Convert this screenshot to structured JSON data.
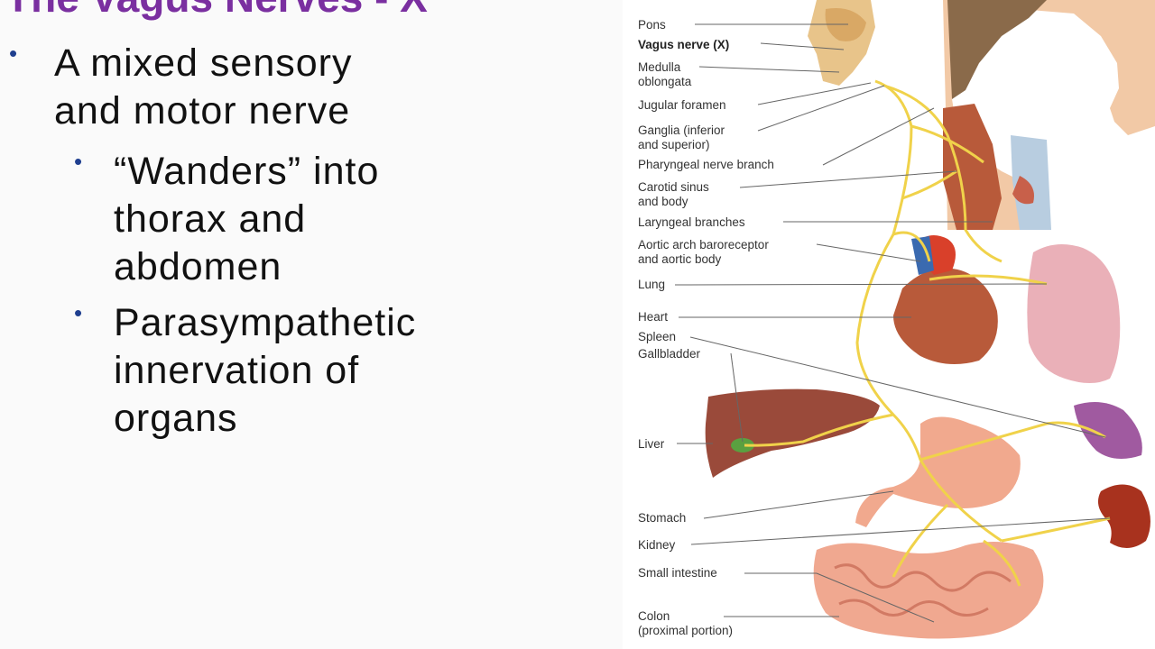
{
  "slide": {
    "title": "The Vagus Nerves - X",
    "bullets": [
      {
        "level": 1,
        "text_line1": "A mixed sensory",
        "text_line2": "and motor nerve"
      },
      {
        "level": 2,
        "text_line1": "“Wanders” into",
        "text_line2": "thorax and",
        "text_line3": "abdomen"
      },
      {
        "level": 2,
        "text_line1": "Parasympathetic",
        "text_line2": "innervation of",
        "text_line3": "organs"
      }
    ]
  },
  "figure": {
    "labels": {
      "pons": "Pons",
      "vagus": "Vagus nerve (X)",
      "medulla": "Medulla\noblongata",
      "jugular": "Jugular foramen",
      "ganglia": "Ganglia (inferior\nand superior)",
      "pharyngeal": "Pharyngeal nerve branch",
      "carotid": "Carotid sinus\nand body",
      "laryngeal": "Laryngeal branches",
      "aortic": "Aortic arch baroreceptor\nand aortic body",
      "lung": "Lung",
      "heart": "Heart",
      "spleen": "Spleen",
      "gallbladder": "Gallbladder",
      "liver": "Liver",
      "stomach": "Stomach",
      "kidney": "Kidney",
      "small_intestine": "Small intestine",
      "colon": "Colon\n(proximal portion)"
    },
    "colors": {
      "nerve": "#f0d24a",
      "skin": "#f2c9a6",
      "heart": "#b85a3a",
      "lung": "#eab0b8",
      "liver": "#9a4a3a",
      "stomach": "#f1a98e",
      "spleen": "#a05aa0",
      "kidney": "#a8321e",
      "intestine": "#f0a890",
      "title": "#7a2fa0",
      "bullet": "#1f3f8f"
    }
  }
}
